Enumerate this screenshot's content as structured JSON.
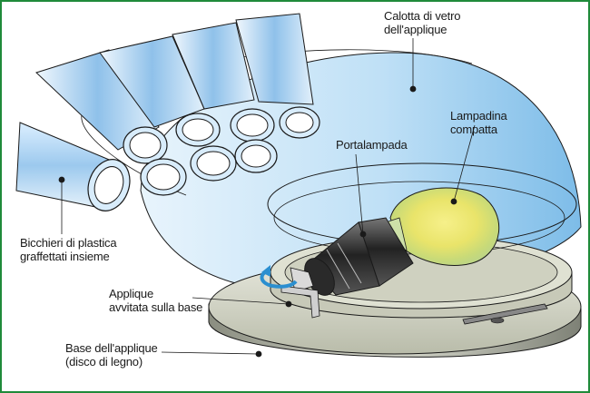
{
  "labels": {
    "calotta": [
      "Calotta di vetro",
      "dell'applique"
    ],
    "lampadina": [
      "Lampadina",
      "compatta"
    ],
    "portalampada": [
      "Portalampada"
    ],
    "bicchieri": [
      "Bicchieri di plastica",
      "graffettati insieme"
    ],
    "applique": [
      "Applique",
      "avvitata sulla base"
    ],
    "base": [
      "Base dell'applique",
      "(disco di legno)"
    ]
  },
  "colors": {
    "border": "#1f8a3a",
    "glass_blue": "#8fc6ec",
    "glass_light": "#dceefa",
    "wood": "#c9ccb6",
    "bulb_yellow": "#f2e86a",
    "bulb_green": "#c5d873",
    "socket_dark": "#3a3a3a"
  }
}
